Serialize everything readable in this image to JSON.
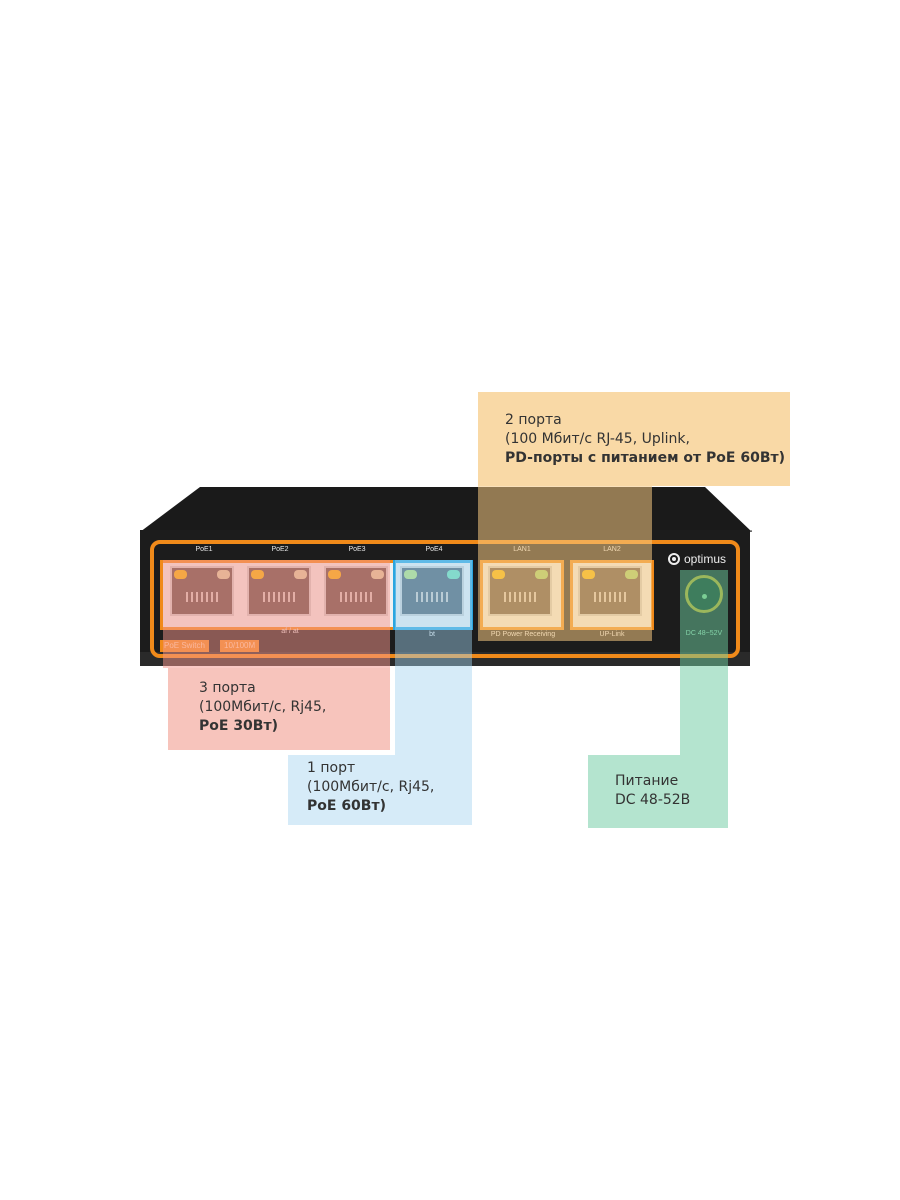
{
  "device": {
    "brand": "optimus",
    "ports": [
      {
        "label": "PoE1",
        "group": "poe-af-at"
      },
      {
        "label": "PoE2",
        "group": "poe-af-at"
      },
      {
        "label": "PoE3",
        "group": "poe-af-at"
      },
      {
        "label": "PoE4",
        "group": "poe-bt"
      },
      {
        "label": "LAN1",
        "group": "lan"
      },
      {
        "label": "LAN2",
        "group": "lan"
      }
    ],
    "group_labels": {
      "af_at": "af / at",
      "bt": "bt",
      "lan1_sub": "PD Power Receiving",
      "lan2_sub": "UP-Link",
      "dc": "DC 48~52V"
    },
    "tags": [
      "PoE Switch",
      "10/100M"
    ],
    "colors": {
      "accent": "#f08a1a",
      "body": "#1c1c1c",
      "led_link": "#f5b800",
      "led_act": "#9ed46a"
    }
  },
  "callouts": {
    "lan": {
      "line1": "2 порта",
      "line2": "(100 Мбит/с RJ-45, Uplink,",
      "line3": "PD-порты с питанием от PoE 60Вт)",
      "color": "#f9d9a6"
    },
    "poe30": {
      "line1": "3 порта",
      "line2": "(100Мбит/с, Rj45,",
      "line3": "PoE 30Вт)",
      "color": "#f7c4bc"
    },
    "poe60": {
      "line1": "1 порт",
      "line2": "(100Мбит/с, Rj45,",
      "line3": "PoE 60Вт)",
      "color": "#d6ebf8"
    },
    "power": {
      "line1": "Питание",
      "line2": "DC 48-52В",
      "color": "#b4e4cf"
    }
  }
}
